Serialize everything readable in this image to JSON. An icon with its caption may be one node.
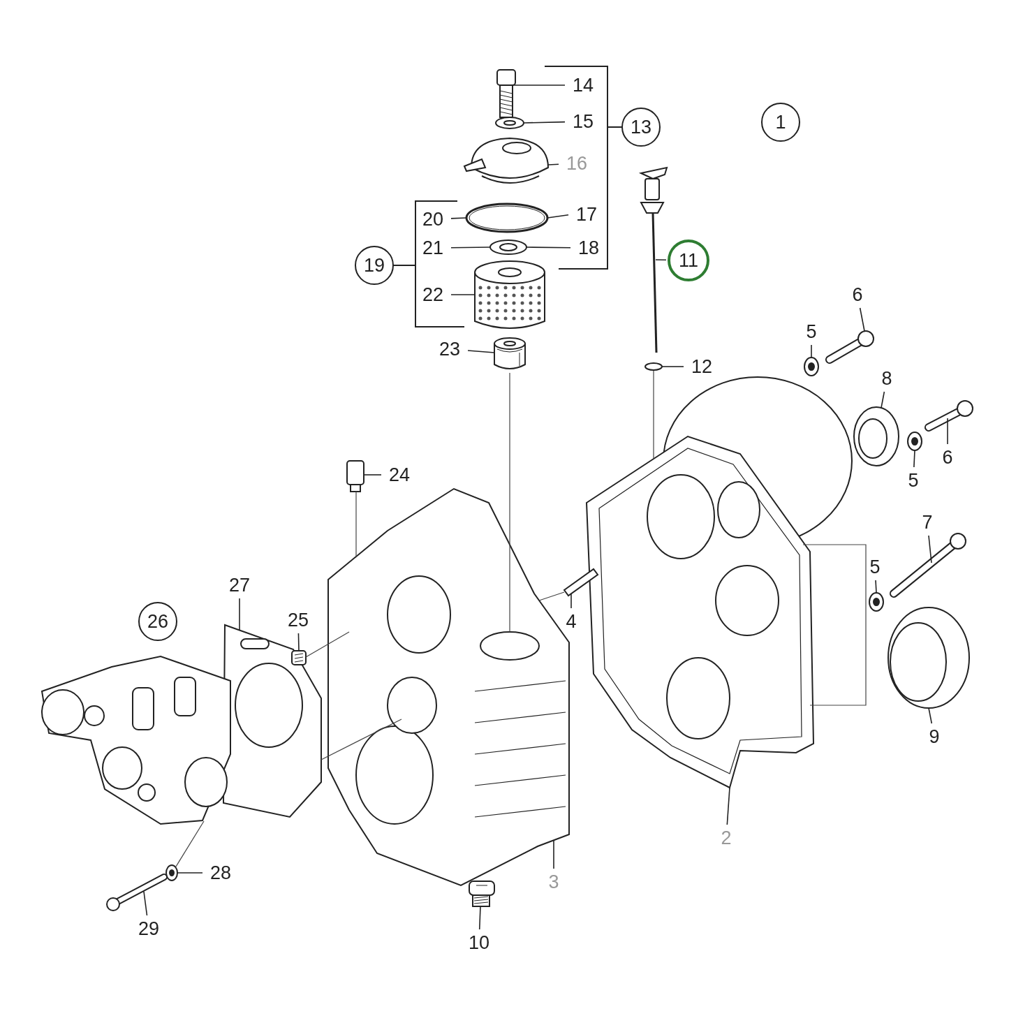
{
  "diagram": {
    "nodes": [
      {
        "text": [
          "1"
        ]
      },
      {
        "text": [
          "14"
        ]
      },
      {
        "text": [
          "15"
        ]
      },
      {
        "text": [
          "13"
        ]
      },
      {
        "text": [
          "16"
        ]
      },
      {
        "text": [
          "20"
        ]
      },
      {
        "text": [
          "17"
        ]
      },
      {
        "text": [
          "21"
        ]
      },
      {
        "text": [
          "18"
        ]
      },
      {
        "text": [
          "11"
        ]
      },
      {
        "text": [
          "19"
        ]
      },
      {
        "text": [
          "22"
        ]
      },
      {
        "text": [
          "6"
        ]
      },
      {
        "text": [
          "5"
        ]
      },
      {
        "text": [
          "23"
        ]
      },
      {
        "text": [
          "12"
        ]
      },
      {
        "text": [
          "8"
        ]
      },
      {
        "text": [
          "6"
        ]
      },
      {
        "text": [
          "24"
        ]
      },
      {
        "text": [
          "5"
        ]
      },
      {
        "text": [
          "7"
        ]
      },
      {
        "text": [
          "5"
        ]
      },
      {
        "text": [
          "27"
        ]
      },
      {
        "text": [
          "26"
        ]
      },
      {
        "text": [
          "4"
        ]
      },
      {
        "text": [
          "25"
        ]
      },
      {
        "text": [
          "9"
        ]
      },
      {
        "text": [
          "2"
        ]
      },
      {
        "text": [
          "3"
        ]
      },
      {
        "text": [
          "28"
        ]
      },
      {
        "text": [
          "29"
        ]
      },
      {
        "text": [
          "10"
        ]
      },
      {
        "text": [],
        "shape": "picture"
      },
      {
        "text": [],
        "shape": "picture"
      },
      {
        "text": [],
        "shape": "picture"
      },
      {
        "text": [],
        "shape": "picture"
      },
      {
        "text": [],
        "shape": "picture"
      },
      {
        "text": [],
        "shape": "picture"
      },
      {
        "text": [],
        "shape": "picture"
      },
      {
        "text": [],
        "shape": "picture"
      },
      {
        "text": [],
        "shape": "picture"
      },
      {
        "text": [],
        "shape": "picture"
      },
      {
        "text": [],
        "shape": "picture"
      },
      {
        "text": [],
        "shape": "picture"
      },
      {
        "text": [],
        "shape": "picture"
      },
      {
        "text": [],
        "shape": "picture"
      },
      {
        "text": [],
        "shape": "picture"
      },
      {
        "text": [],
        "shape": "picture"
      },
      {
        "text": [],
        "shape": "picture"
      },
      {
        "text": [],
        "shape": "picture"
      },
      {
        "text": [],
        "shape": "picture"
      },
      {
        "text": [],
        "shape": "picture"
      },
      {
        "text": [],
        "shape": "picture"
      },
      {
        "text": [],
        "shape": "picture"
      },
      {
        "text": [],
        "shape": "picture"
      },
      {
        "text": [],
        "shape": "picture"
      },
      {
        "text": [],
        "shape": "picture"
      },
      {
        "text": [],
        "shape": "picture"
      },
      {
        "text": [],
        "shape": "picture"
      }
    ],
    "edges": [
      {
        "from": 1,
        "to": 32,
        "arrow": "none"
      },
      {
        "from": 2,
        "to": 33,
        "arrow": "none"
      },
      {
        "from": 4,
        "to": 34,
        "arrow": "none"
      },
      {
        "from": 5,
        "to": 35,
        "arrow": "none"
      },
      {
        "from": 6,
        "to": 35,
        "arrow": "none"
      },
      {
        "from": 7,
        "to": 36,
        "arrow": "none"
      },
      {
        "from": 8,
        "to": 36,
        "arrow": "none"
      },
      {
        "from": 9,
        "to": 37,
        "arrow": "none"
      },
      {
        "from": 11,
        "to": 38,
        "arrow": "none"
      },
      {
        "from": 12,
        "to": 39,
        "arrow": "none"
      },
      {
        "from": 13,
        "to": 40,
        "arrow": "none"
      },
      {
        "from": 14,
        "to": 41,
        "arrow": "none"
      },
      {
        "from": 15,
        "to": 42,
        "arrow": "none"
      },
      {
        "from": 16,
        "to": 43,
        "arrow": "none"
      },
      {
        "from": 17,
        "to": 44,
        "arrow": "none"
      },
      {
        "from": 18,
        "to": 45,
        "arrow": "none"
      },
      {
        "from": 19,
        "to": 46,
        "arrow": "none"
      },
      {
        "from": 20,
        "to": 47,
        "arrow": "none"
      },
      {
        "from": 21,
        "to": 48,
        "arrow": "none"
      },
      {
        "from": 22,
        "to": 49,
        "arrow": "none"
      },
      {
        "from": 24,
        "to": 50,
        "arrow": "none"
      },
      {
        "from": 25,
        "to": 51,
        "arrow": "none"
      },
      {
        "from": 26,
        "to": 52,
        "arrow": "none"
      },
      {
        "from": 27,
        "to": 53,
        "arrow": "none"
      },
      {
        "from": 28,
        "to": 54,
        "arrow": "none"
      },
      {
        "from": 29,
        "to": 55,
        "arrow": "none"
      },
      {
        "from": 30,
        "to": 56,
        "arrow": "none"
      },
      {
        "from": 31,
        "to": 57,
        "arrow": "none"
      },
      {
        "from": 41,
        "to": 54,
        "arrow": "none"
      },
      {
        "from": 42,
        "to": 53,
        "arrow": "none"
      },
      {
        "from": 45,
        "to": 54,
        "arrow": "none"
      },
      {
        "from": 50,
        "to": 54,
        "arrow": "none"
      },
      {
        "from": 51,
        "to": 54,
        "arrow": "none"
      },
      {
        "from": 49,
        "to": 54,
        "arrow": "none"
      },
      {
        "from": 55,
        "to": 58,
        "arrow": "none"
      }
    ]
  }
}
